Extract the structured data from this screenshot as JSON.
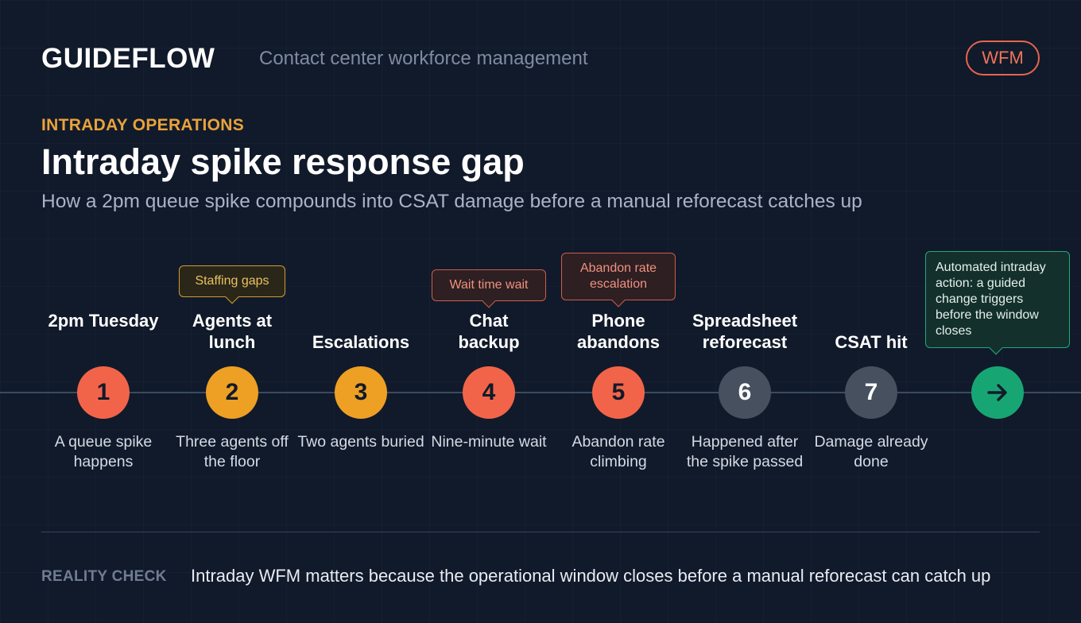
{
  "header": {
    "brand": "GUIDEFLOW",
    "subtitle": "Contact center workforce management",
    "badge": "WFM"
  },
  "intro": {
    "eyebrow": "INTRADAY OPERATIONS",
    "title": "Intraday spike response gap",
    "subtitle": "How a 2pm queue spike compounds into CSAT damage before a manual reforecast catches up"
  },
  "colors": {
    "red": "#f26449",
    "amber": "#eda024",
    "gray": "#46505f",
    "green": "#17a673"
  },
  "steps": [
    {
      "number": "1",
      "title": "2pm Tuesday",
      "desc": "A queue spike happens",
      "color": "red"
    },
    {
      "number": "2",
      "title": "Agents at lunch",
      "desc": "Three agents off the floor",
      "color": "amber",
      "callout": "Staffing gaps"
    },
    {
      "number": "3",
      "title": "Escalations",
      "desc": "Two agents buried",
      "color": "amber"
    },
    {
      "number": "4",
      "title": "Chat backup",
      "desc": "Nine-minute wait",
      "color": "red",
      "callout": "Wait time wait"
    },
    {
      "number": "5",
      "title": "Phone abandons",
      "desc": "Abandon rate climbing",
      "color": "red",
      "callout": "Abandon rate escalation"
    },
    {
      "number": "6",
      "title": "Spreadsheet reforecast",
      "desc": "Happened after the spike passed",
      "color": "gray"
    },
    {
      "number": "7",
      "title": "CSAT hit",
      "desc": "Damage already done",
      "color": "gray"
    }
  ],
  "final_action": {
    "icon": "arrow-right-icon",
    "callout": "Automated intraday action: a guided change triggers before the window closes"
  },
  "footer": {
    "label": "REALITY CHECK",
    "text": "Intraday WFM matters because the operational window closes before a manual reforecast can catch up"
  }
}
